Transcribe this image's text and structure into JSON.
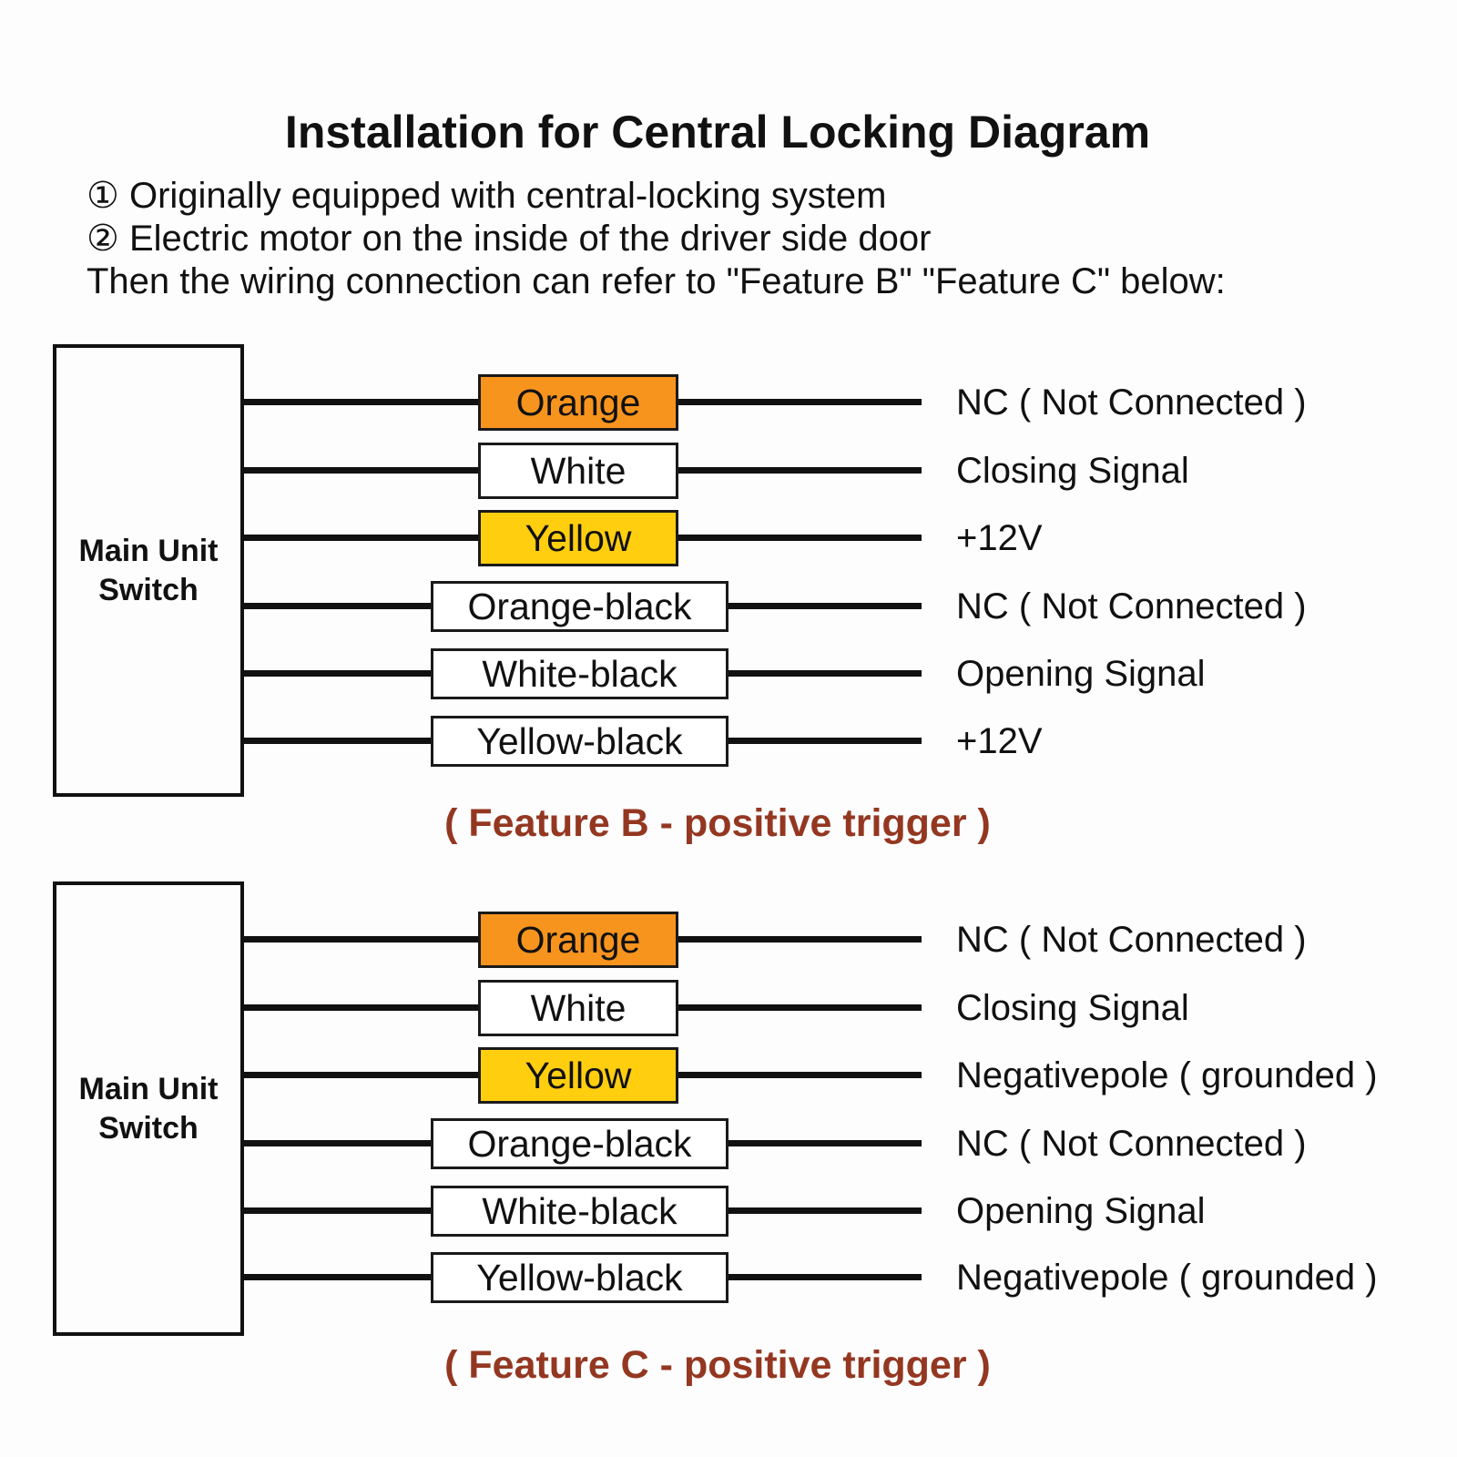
{
  "page": {
    "title": "Installation for Central Locking Diagram",
    "intro_lines": [
      "① Originally equipped with central-locking system",
      "② Electric motor on the inside of the driver side door",
      "Then the wiring connection can refer to \"Feature B\" \"Feature C\" below:"
    ]
  },
  "colors": {
    "background": "#FDFDFD",
    "text": "#111111",
    "wire": "#111111",
    "orange_wire_fill": "#F7941E",
    "yellow_wire_fill": "#FFCE0F",
    "white_wire_fill": "#FFFFFF",
    "caption_text": "#943721"
  },
  "diagrams": [
    {
      "id": "feature-b",
      "source_label_line1": "Main Unit",
      "source_label_line2": "Switch",
      "caption": "( Feature B - positive trigger )",
      "rows": [
        {
          "wire": "Orange",
          "fill": "#F7941E",
          "signal": "NC ( Not Connected )"
        },
        {
          "wire": "White",
          "fill": "#FFFFFF",
          "signal": "Closing Signal"
        },
        {
          "wire": "Yellow",
          "fill": "#FFCE0F",
          "signal": "+12V"
        },
        {
          "wire": "Orange-black",
          "fill": "#FFFFFF",
          "signal": "NC ( Not Connected )"
        },
        {
          "wire": "White-black",
          "fill": "#FFFFFF",
          "signal": "Opening Signal"
        },
        {
          "wire": "Yellow-black",
          "fill": "#FFFFFF",
          "signal": "+12V"
        }
      ]
    },
    {
      "id": "feature-c",
      "source_label_line1": "Main Unit",
      "source_label_line2": "Switch",
      "caption": "( Feature C - positive trigger )",
      "rows": [
        {
          "wire": "Orange",
          "fill": "#F7941E",
          "signal": "NC ( Not Connected )"
        },
        {
          "wire": "White",
          "fill": "#FFFFFF",
          "signal": "Closing Signal"
        },
        {
          "wire": "Yellow",
          "fill": "#FFCE0F",
          "signal": "Negativepole ( grounded )"
        },
        {
          "wire": "Orange-black",
          "fill": "#FFFFFF",
          "signal": "NC ( Not Connected )"
        },
        {
          "wire": "White-black",
          "fill": "#FFFFFF",
          "signal": "Opening Signal"
        },
        {
          "wire": "Yellow-black",
          "fill": "#FFFFFF",
          "signal": "Negativepole ( grounded )"
        }
      ]
    }
  ]
}
